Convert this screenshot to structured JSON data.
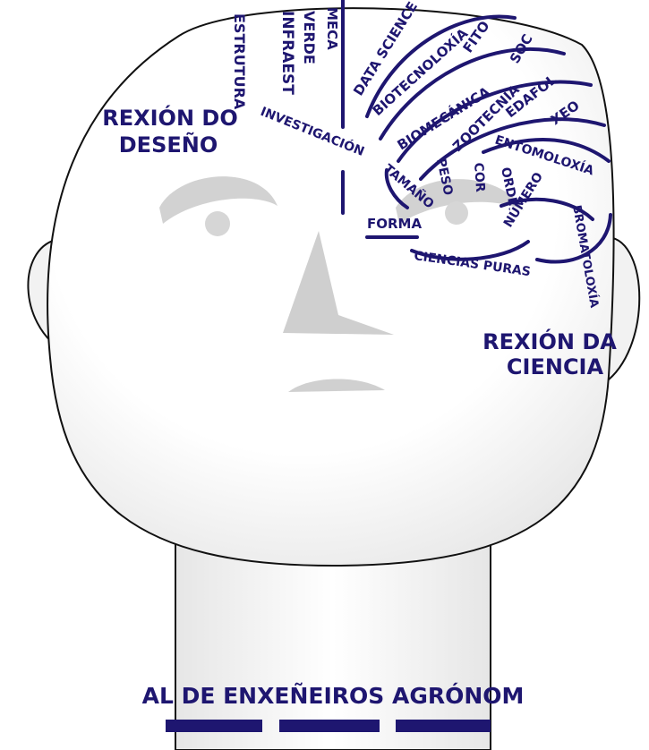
{
  "colors": {
    "ink": "#1e1670",
    "outline": "#111111",
    "face": "#ffffff",
    "shadow": "#d9d9d9",
    "feature": "#d0d0d0"
  },
  "labels": {
    "region_design_line1": "REXIÓN DO",
    "region_design_line2": "DESEÑO",
    "region_science_line1": "REXIÓN DA",
    "region_science_line2": "CIENCIA",
    "estrutura": "ESTRUTURA",
    "infraest": "INFRAEST",
    "verde": "VERDE",
    "mecanica": "MECA",
    "data_science": "DATA SCIENCE",
    "biotecnoloxia": "BIOTECNOLOXÍA",
    "fito": "FITO",
    "soc": "SOC",
    "biomecanica": "BIOMECÁNICA",
    "zootecnia": "ZOOTECNIA",
    "edafoloxia": "EDAFOL",
    "xeo": "XEO",
    "investigacion": "INVESTIGACIÓN",
    "entomoloxia": "ENTOMOLOXÍA",
    "tamano": "TAMAÑO",
    "peso": "PESO",
    "cor": "COR",
    "orde": "ORDE",
    "numero": "NÚMERO",
    "bromatoloxia": "BROMATOLOXÍA",
    "forma": "FORMA",
    "ciencias_puras": "CIENCIAS PURAS",
    "neck_text": "AL DE ENXEÑEIROS AGRÓNOM"
  }
}
